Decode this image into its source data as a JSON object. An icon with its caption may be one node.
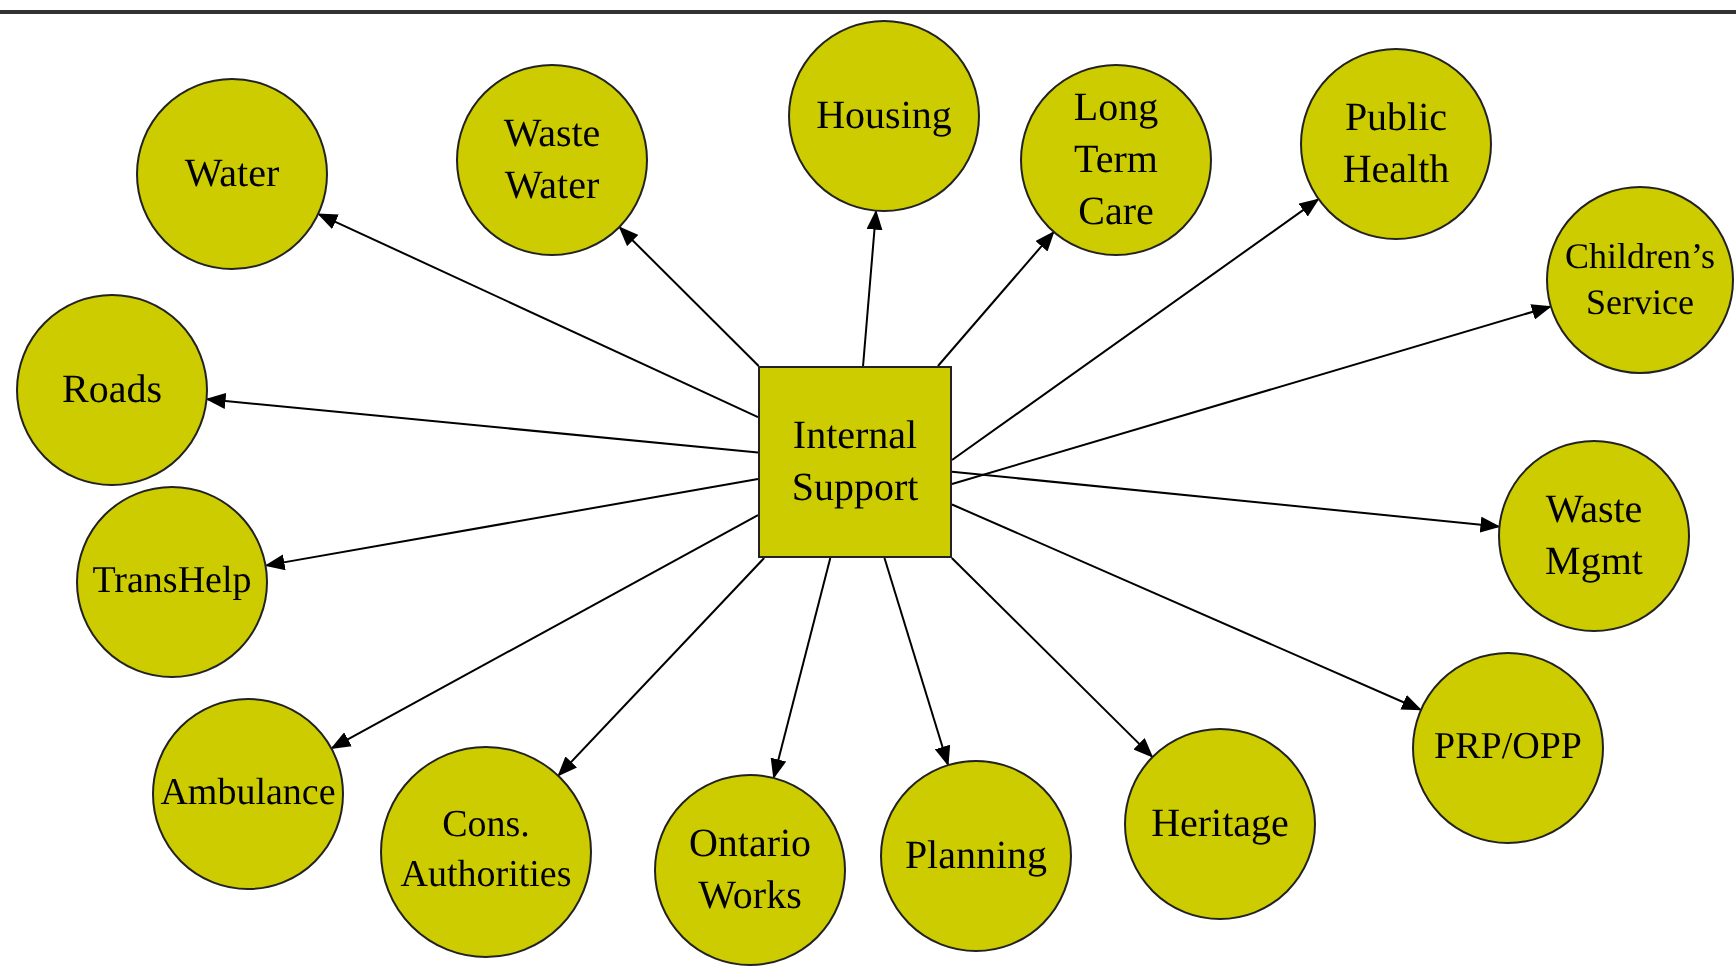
{
  "diagram": {
    "nodes": [
      {
        "text": [
          "Internal Support"
        ]
      },
      {
        "text": [
          "Water"
        ]
      },
      {
        "text": [
          "Waste Water"
        ]
      },
      {
        "text": [
          "Housing"
        ]
      },
      {
        "text": [
          "Long Term Care"
        ]
      },
      {
        "text": [
          "Public Health"
        ]
      },
      {
        "text": [
          "Children’s Service"
        ]
      },
      {
        "text": [
          "Roads"
        ]
      },
      {
        "text": [
          "Waste Mgmt"
        ]
      },
      {
        "text": [
          "TransHelp"
        ]
      },
      {
        "text": [
          "PRP/OPP"
        ]
      },
      {
        "text": [
          "Ambulance"
        ]
      },
      {
        "text": [
          "Heritage"
        ]
      },
      {
        "text": [
          "Cons. Authorities"
        ]
      },
      {
        "text": [
          "Ontario Works"
        ]
      },
      {
        "text": [
          "Planning"
        ]
      }
    ],
    "edges": [
      {
        "from": 0,
        "to": 1,
        "arrow": "to"
      },
      {
        "from": 0,
        "to": 2,
        "arrow": "to"
      },
      {
        "from": 0,
        "to": 3,
        "arrow": "to"
      },
      {
        "from": 0,
        "to": 4,
        "arrow": "to"
      },
      {
        "from": 0,
        "to": 5,
        "arrow": "to"
      },
      {
        "from": 0,
        "to": 6,
        "arrow": "to"
      },
      {
        "from": 0,
        "to": 7,
        "arrow": "to"
      },
      {
        "from": 0,
        "to": 8,
        "arrow": "to"
      },
      {
        "from": 0,
        "to": 9,
        "arrow": "to"
      },
      {
        "from": 0,
        "to": 10,
        "arrow": "to"
      },
      {
        "from": 0,
        "to": 11,
        "arrow": "to"
      },
      {
        "from": 0,
        "to": 12,
        "arrow": "to"
      },
      {
        "from": 0,
        "to": 13,
        "arrow": "to"
      },
      {
        "from": 0,
        "to": 14,
        "arrow": "to"
      },
      {
        "from": 0,
        "to": 15,
        "arrow": "to"
      }
    ]
  }
}
